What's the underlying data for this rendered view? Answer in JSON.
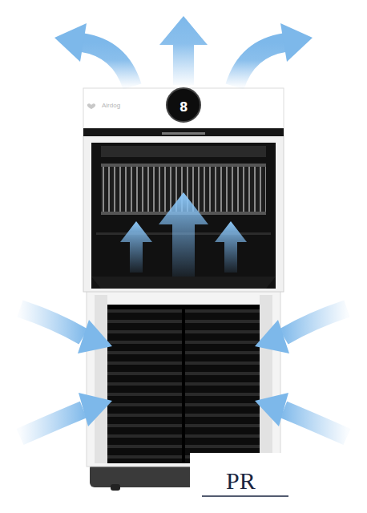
{
  "diagram": {
    "labels": [
      "Airdog",
      "8",
      "PR"
    ]
  }
}
